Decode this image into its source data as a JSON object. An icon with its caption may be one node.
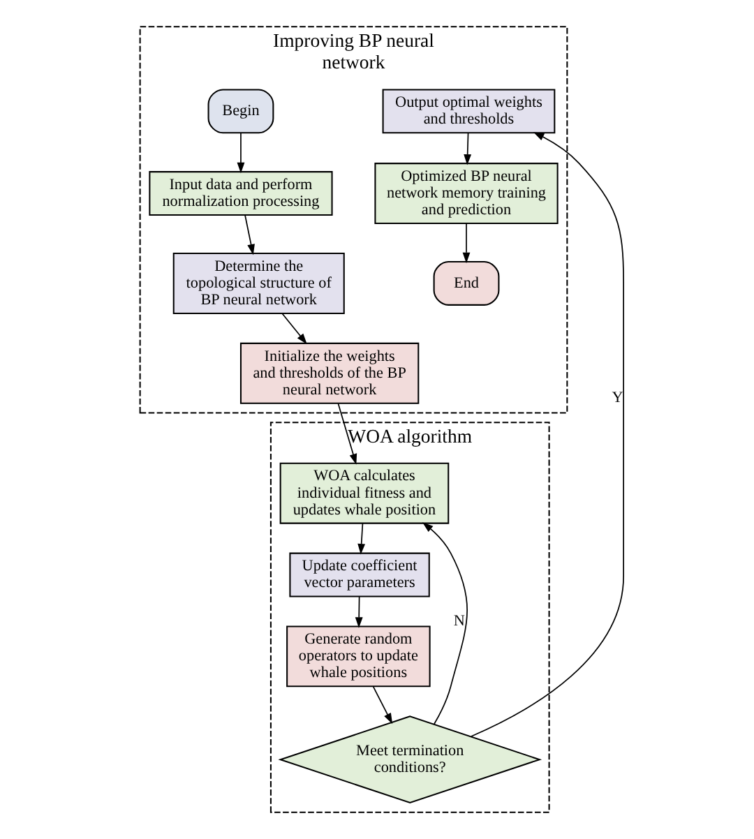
{
  "diagram": {
    "nodes": [
      {
        "text": [
          "Improving BP neural network"
        ]
      },
      {
        "text": [
          "Input data and perform normalization processing"
        ],
        "in": 0
      },
      {
        "text": [
          "Begin"
        ],
        "in": 0
      },
      {
        "text": [
          "Determine the topological structure of BP neural network"
        ],
        "in": 0
      },
      {
        "text": [
          "Initialize the weights and thresholds of the BP neural network"
        ],
        "in": 0
      },
      {
        "text": [
          "End"
        ],
        "in": 0
      },
      {
        "text": [
          "Optimized BP neural network memory training and prediction"
        ],
        "in": 0
      },
      {
        "text": [
          "Output optimal weights and thresholds"
        ],
        "in": 0
      },
      {
        "text": [
          "WOA algorithm"
        ]
      },
      {
        "text": [
          "WOA calculates individual fitness and updates whale position"
        ],
        "in": 8
      },
      {
        "text": [
          "Meet termination conditions?"
        ],
        "in": 8
      },
      {
        "text": [
          "Update coefficient vector parameters"
        ],
        "in": 8
      },
      {
        "text": [
          "Generate random operators to update whale positions"
        ],
        "in": 8
      }
    ],
    "edges": [
      {
        "from": 2,
        "to": 1,
        "arrow": "to"
      },
      {
        "from": 1,
        "to": 3,
        "arrow": "to"
      },
      {
        "from": 3,
        "to": 4,
        "arrow": "to"
      },
      {
        "from": 4,
        "to": 9,
        "arrow": "to"
      },
      {
        "from": 9,
        "to": 11,
        "arrow": "to"
      },
      {
        "from": 11,
        "to": 12,
        "arrow": "to"
      },
      {
        "from": 12,
        "to": 10,
        "arrow": "to"
      },
      {
        "from": 10,
        "to": 9,
        "arrow": "to",
        "label": "N"
      },
      {
        "from": 10,
        "to": 7,
        "arrow": "to",
        "label": "Y"
      },
      {
        "from": 7,
        "to": 6,
        "arrow": "to"
      },
      {
        "from": 6,
        "to": 5,
        "arrow": "to"
      }
    ]
  }
}
